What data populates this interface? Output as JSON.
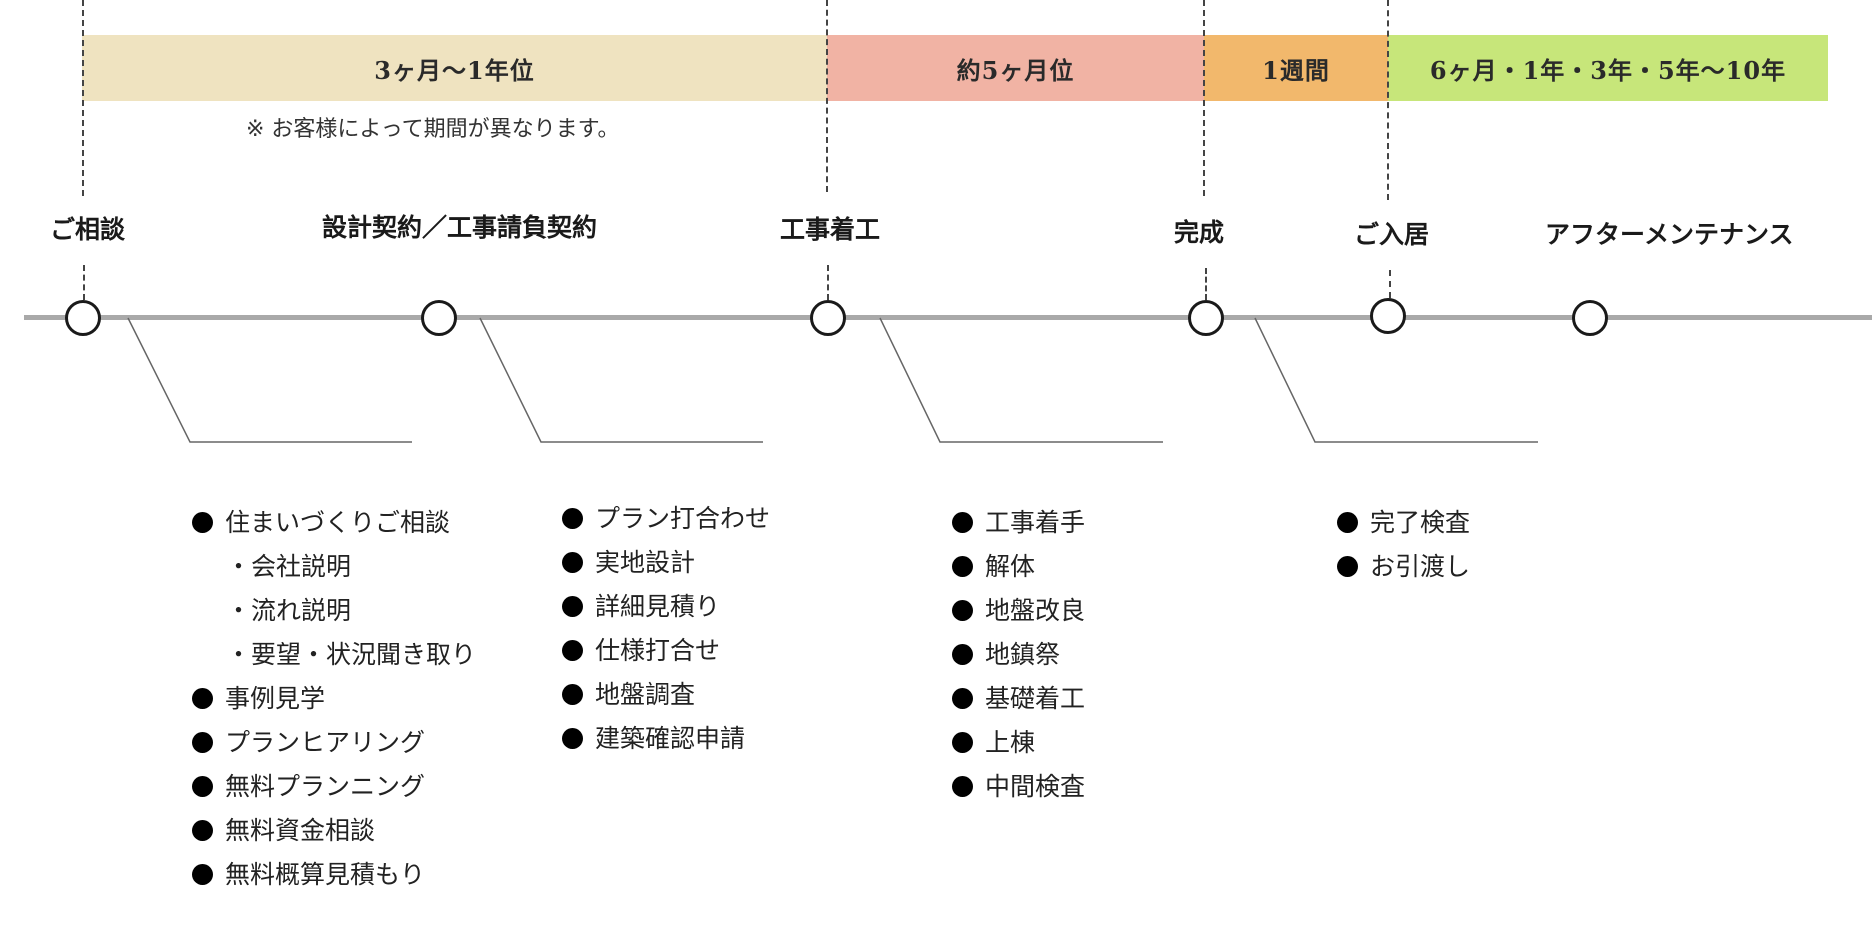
{
  "periods": [
    {
      "label": "3ヶ月〜1年位",
      "color": "#efe3c0"
    },
    {
      "label": "約5ヶ月位",
      "color": "#f1b3a4"
    },
    {
      "label": "1週間",
      "color": "#f2b86c"
    },
    {
      "label": "6ヶ月・1年・3年・5年〜10年",
      "color": "#c7e67a"
    }
  ],
  "note": "※ お客様によって期間が異なります。",
  "milestones": [
    "ご相談",
    "設計契約／工事請負契約",
    "工事着工",
    "完成",
    "ご入居",
    "アフターメンテナンス"
  ],
  "tasks": {
    "consultation": [
      {
        "text": "住まいづくりご相談",
        "sub": false
      },
      {
        "text": "・会社説明",
        "sub": true
      },
      {
        "text": "・流れ説明",
        "sub": true
      },
      {
        "text": "・要望・状況聞き取り",
        "sub": true
      },
      {
        "text": "事例見学",
        "sub": false
      },
      {
        "text": "プランヒアリング",
        "sub": false
      },
      {
        "text": "無料プランニング",
        "sub": false
      },
      {
        "text": "無料資金相談",
        "sub": false
      },
      {
        "text": "無料概算見積もり",
        "sub": false
      }
    ],
    "contract": [
      "プラン打合わせ",
      "実地設計",
      "詳細見積り",
      "仕様打合せ",
      "地盤調査",
      "建築確認申請"
    ],
    "construction": [
      "工事着手",
      "解体",
      "地盤改良",
      "地鎮祭",
      "基礎着工",
      "上棟",
      "中間検査"
    ],
    "completion": [
      "完了検査",
      "お引渡し"
    ]
  }
}
